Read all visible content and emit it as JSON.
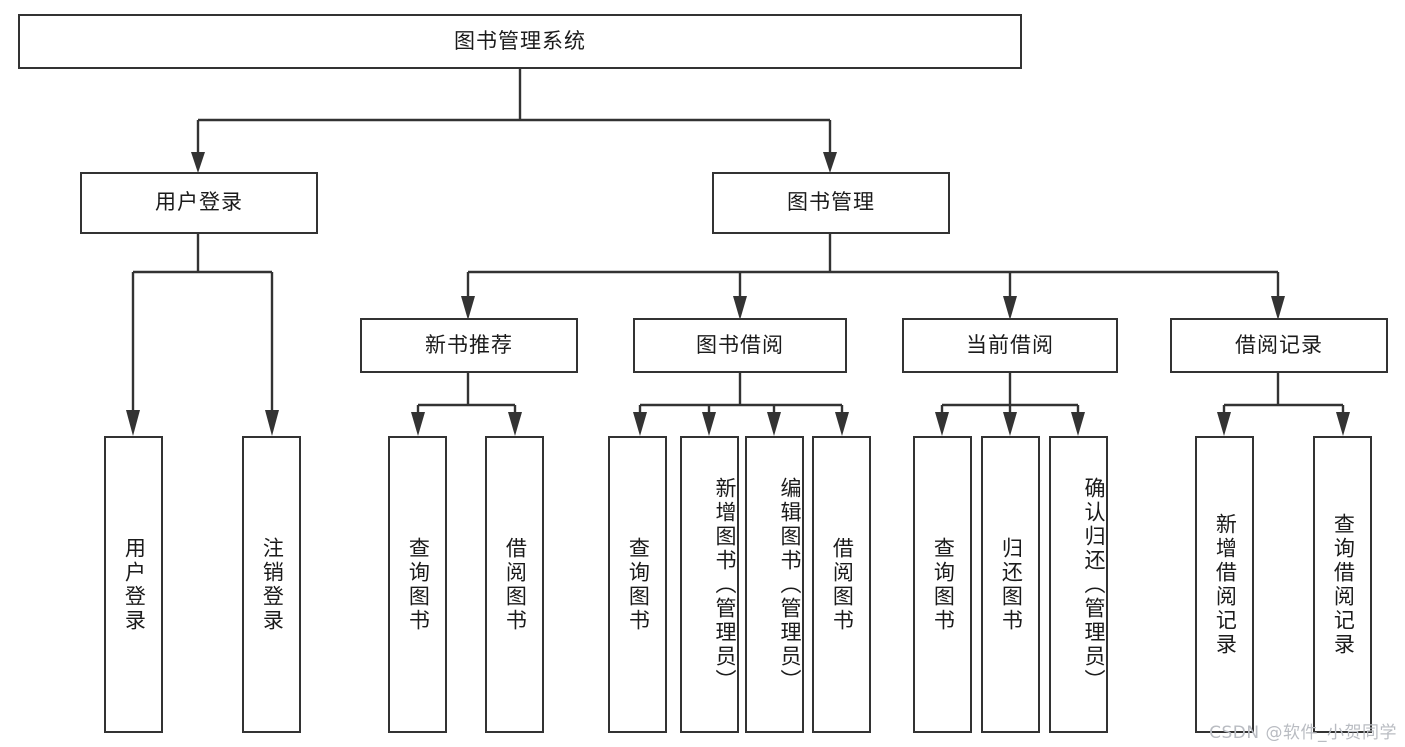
{
  "diagram": {
    "title": "图书管理系统",
    "type": "tree-hierarchy-chart",
    "watermark": "CSDN @软件_小贺同学",
    "root": {
      "label": "图书管理系统"
    },
    "level2": [
      {
        "label": "用户登录"
      },
      {
        "label": "图书管理"
      }
    ],
    "level3": [
      {
        "label": "新书推荐"
      },
      {
        "label": "图书借阅"
      },
      {
        "label": "当前借阅"
      },
      {
        "label": "借阅记录"
      }
    ],
    "leaves": {
      "user_login": [
        {
          "label": "用户登录"
        },
        {
          "label": "注销登录"
        }
      ],
      "new_book_recommend": [
        {
          "label": "查询图书"
        },
        {
          "label": "借阅图书"
        }
      ],
      "book_borrow": [
        {
          "label": "查询图书"
        },
        {
          "label": "新增图书（管理员）"
        },
        {
          "label": "编辑图书（管理员）"
        },
        {
          "label": "借阅图书"
        }
      ],
      "current_borrow": [
        {
          "label": "查询图书"
        },
        {
          "label": "归还图书"
        },
        {
          "label": "确认归还（管理员）"
        }
      ],
      "borrow_record": [
        {
          "label": "新增借阅记录"
        },
        {
          "label": "查询借阅记录"
        }
      ]
    },
    "colors": {
      "stroke": "#333333",
      "fill": "#ffffff",
      "text": "#1b1b1b",
      "watermark": "#b9bcc2"
    }
  }
}
